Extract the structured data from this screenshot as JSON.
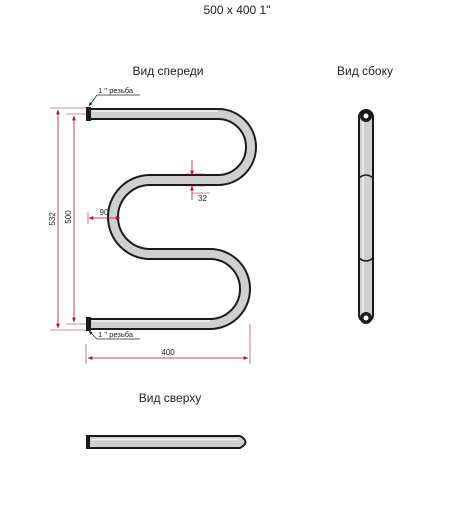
{
  "title": "500 x 400 1\"",
  "views": {
    "front": "Вид спереди",
    "side": "Вид сбоку",
    "top": "Вид сверху"
  },
  "labels": {
    "thread_top": "1 '' резьба",
    "thread_bottom": "1 '' резьба",
    "dim_532": "532",
    "dim_500": "500",
    "dim_90": "90",
    "dim_32": "32",
    "dim_400": "400"
  },
  "colors": {
    "dimension": "#b01828",
    "pipe_outline": "#1a1a1a",
    "pipe_fill": "#cfcfcf"
  }
}
